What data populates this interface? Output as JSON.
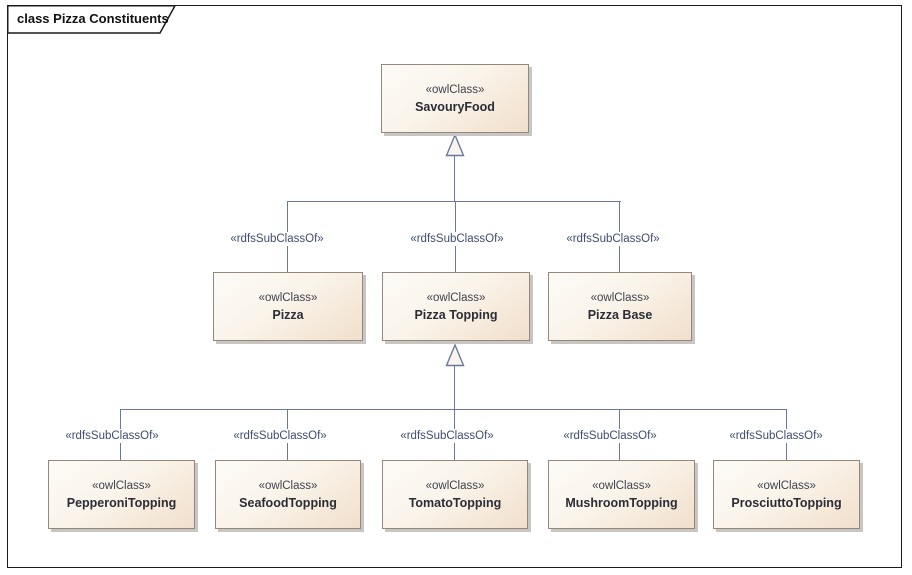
{
  "frame_title": "class Pizza Constituents",
  "nodes": [
    {
      "id": "savoury-food",
      "stereotype": "«owlClass»",
      "name": "SavouryFood"
    },
    {
      "id": "pizza",
      "stereotype": "«owlClass»",
      "name": "Pizza"
    },
    {
      "id": "pizza-topping",
      "stereotype": "«owlClass»",
      "name": "Pizza Topping"
    },
    {
      "id": "pizza-base",
      "stereotype": "«owlClass»",
      "name": "Pizza Base"
    },
    {
      "id": "pepperoni-topping",
      "stereotype": "«owlClass»",
      "name": "PepperoniTopping"
    },
    {
      "id": "seafood-topping",
      "stereotype": "«owlClass»",
      "name": "SeafoodTopping"
    },
    {
      "id": "tomato-topping",
      "stereotype": "«owlClass»",
      "name": "TomatoTopping"
    },
    {
      "id": "mushroom-topping",
      "stereotype": "«owlClass»",
      "name": "MushroomTopping"
    },
    {
      "id": "prosciutto-topping",
      "stereotype": "«owlClass»",
      "name": "ProsciuttoTopping"
    }
  ],
  "edge_labels": {
    "row1": [
      "«rdfsSubClassOf»",
      "«rdfsSubClassOf»",
      "«rdfsSubClassOf»"
    ],
    "row2": [
      "«rdfsSubClassOf»",
      "«rdfsSubClassOf»",
      "«rdfsSubClassOf»",
      "«rdfsSubClassOf»",
      "«rdfsSubClassOf»"
    ]
  },
  "colors": {
    "node_fill_top": "#fdfbf7",
    "node_fill_bottom": "#f1dfcc",
    "node_border": "#97867a",
    "node_shadow": "#c6c6c2",
    "connector": "#69799e",
    "edge_label_text": "#3e4c6e",
    "stereotype_text": "#3e4350",
    "class_name_text": "#2b2c35",
    "frame_border": "#1b1b1b",
    "background": "#ffffff"
  }
}
